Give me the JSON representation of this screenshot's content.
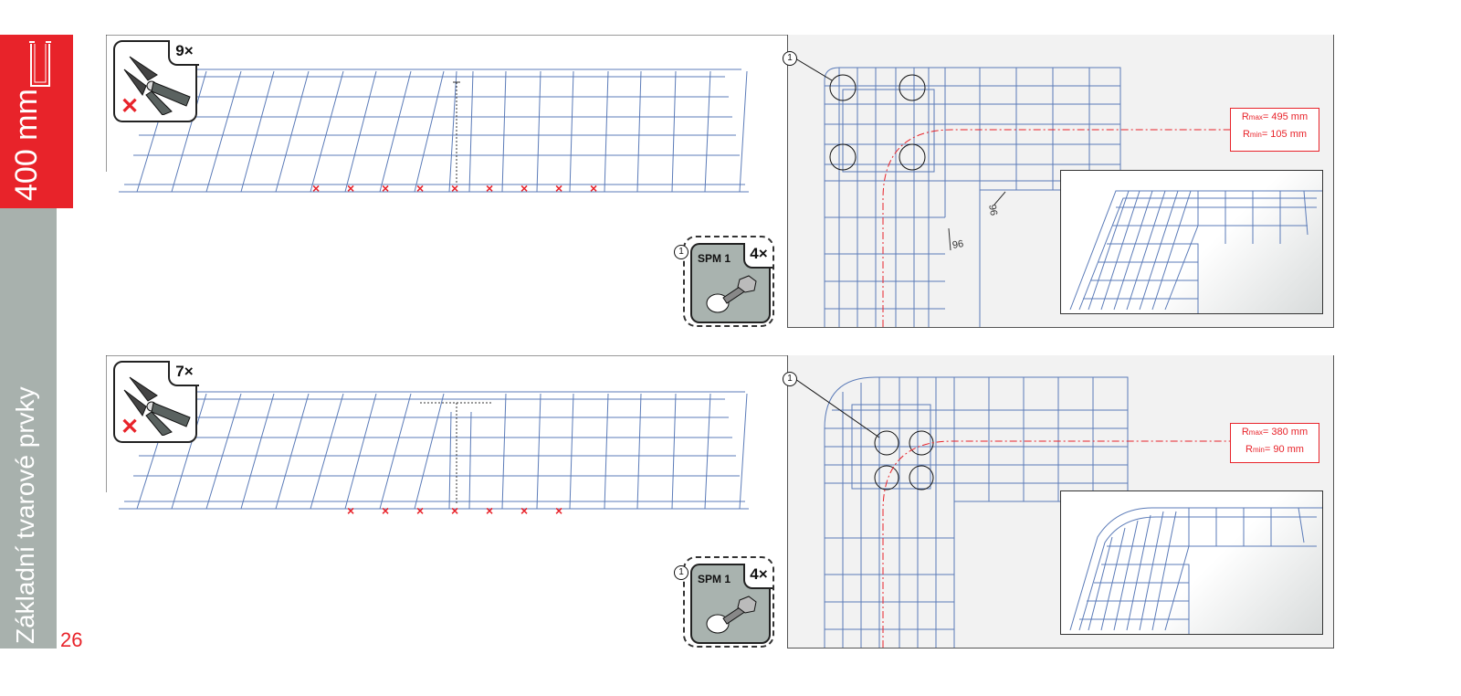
{
  "sidebar": {
    "size_label": "400 mm",
    "section_title": "Základní tvarové prvky",
    "page_number": "26",
    "colors": {
      "accent": "#e8232a",
      "grey": "#a8b1ad"
    }
  },
  "steps": [
    {
      "cut_count": "9×",
      "cut_marks": [
        "×",
        "×",
        "×",
        "×",
        "×",
        "×",
        "×",
        "×",
        "×"
      ],
      "spm_label": "SPM 1",
      "spm_count": "4×",
      "callout_number": "1",
      "dimension_a": "96",
      "dimension_b": "96",
      "r_max_label": "R",
      "r_max_sub": "max",
      "r_max_value": "= 495 mm",
      "r_min_label": "R",
      "r_min_sub": "min",
      "r_min_value": "= 105 mm"
    },
    {
      "cut_count": "7×",
      "cut_marks": [
        "×",
        "×",
        "×",
        "×",
        "×",
        "×",
        "×"
      ],
      "spm_label": "SPM 1",
      "spm_count": "4×",
      "callout_number": "1",
      "r_max_label": "R",
      "r_max_sub": "max",
      "r_max_value": "= 380 mm",
      "r_min_label": "R",
      "r_min_sub": "min",
      "r_min_value": "= 90 mm"
    }
  ],
  "icons": [
    "bolt-cutter-icon",
    "cross-icon",
    "bolt-nut-icon"
  ]
}
